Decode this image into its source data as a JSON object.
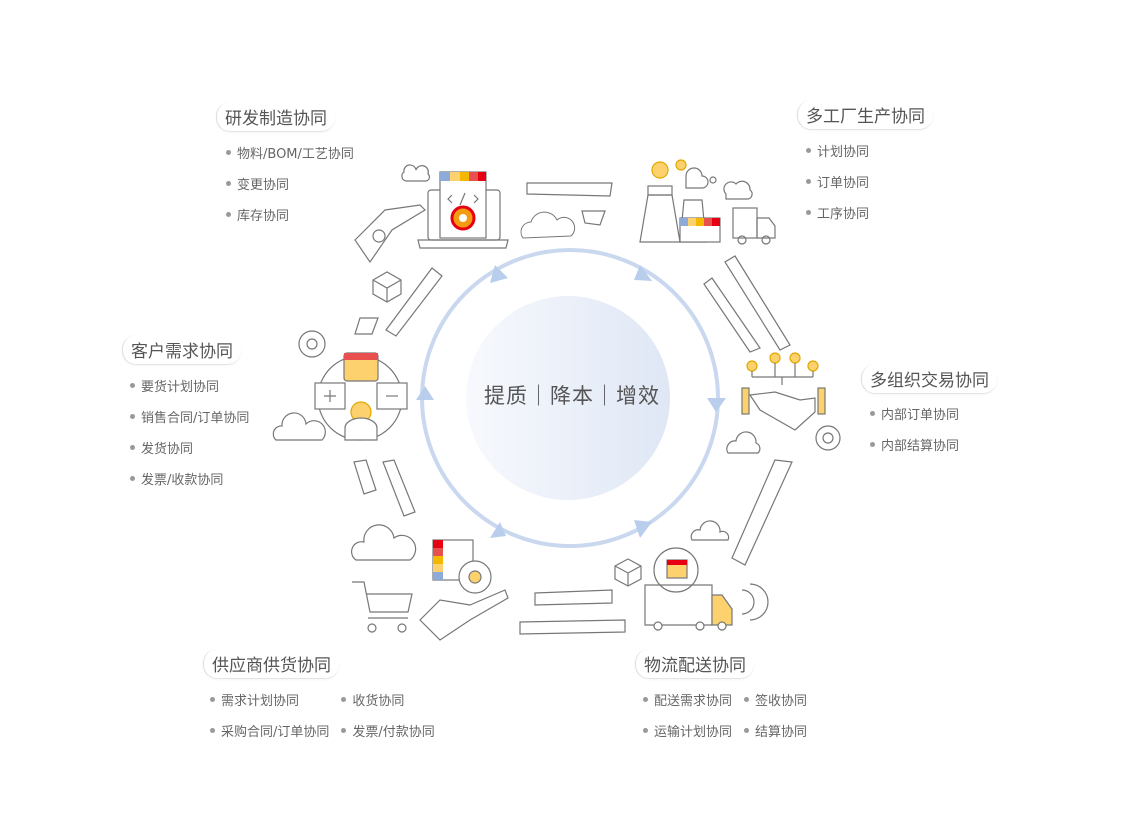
{
  "center": {
    "label": "提质｜降本｜增效"
  },
  "colors": {
    "ring": "#c5d5ee",
    "line": "#666666",
    "red": "#e60012",
    "orange": "#f39c12",
    "yellow": "#fdd26e",
    "blue": "#8eaad8"
  },
  "modules": [
    {
      "title": "研发制造协同",
      "items": [
        "物料/BOM/工艺协同",
        "变更协同",
        "库存协同"
      ]
    },
    {
      "title": "多工厂生产协同",
      "items": [
        "计划协同",
        "订单协同",
        "工序协同"
      ]
    },
    {
      "title": "客户需求协同",
      "items": [
        "要货计划协同",
        "销售合同/订单协同",
        "发货协同",
        "发票/收款协同"
      ]
    },
    {
      "title": "多组织交易协同",
      "items": [
        "内部订单协同",
        "内部结算协同"
      ]
    },
    {
      "title": "供应商供货协同",
      "items_col1": [
        "需求计划协同",
        "采购合同/订单协同"
      ],
      "items_col2": [
        "收货协同",
        "发票/付款协同"
      ]
    },
    {
      "title": "物流配送协同",
      "items_col1": [
        "配送需求协同",
        "运输计划协同"
      ],
      "items_col2": [
        "签收协同",
        "结算协同"
      ]
    }
  ]
}
